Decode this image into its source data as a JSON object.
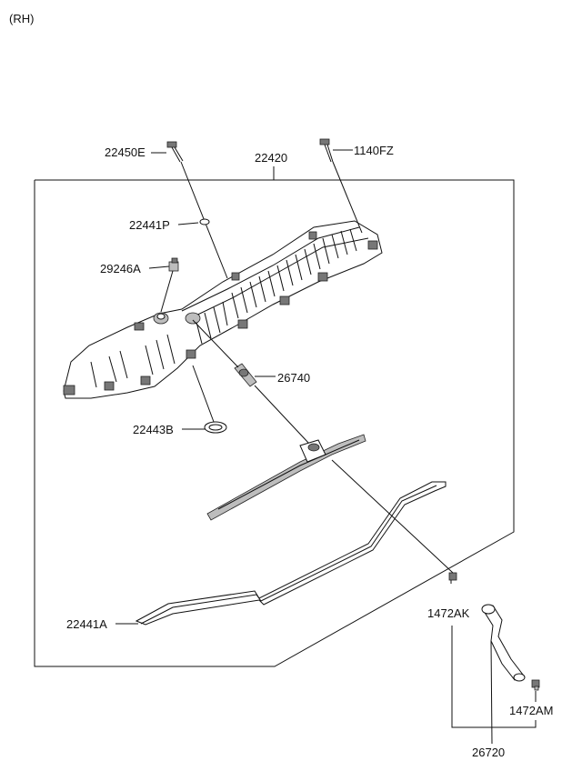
{
  "side_label": "(RH)",
  "parts": {
    "p22420": "22420",
    "p22450E": "22450E",
    "p1140FZ": "1140FZ",
    "p22441P": "22441P",
    "p29246A": "29246A",
    "p26740": "26740",
    "p22443B": "22443B",
    "p22441A": "22441A",
    "p1472AK": "1472AK",
    "p1472AM": "1472AM",
    "p26720": "26720"
  }
}
